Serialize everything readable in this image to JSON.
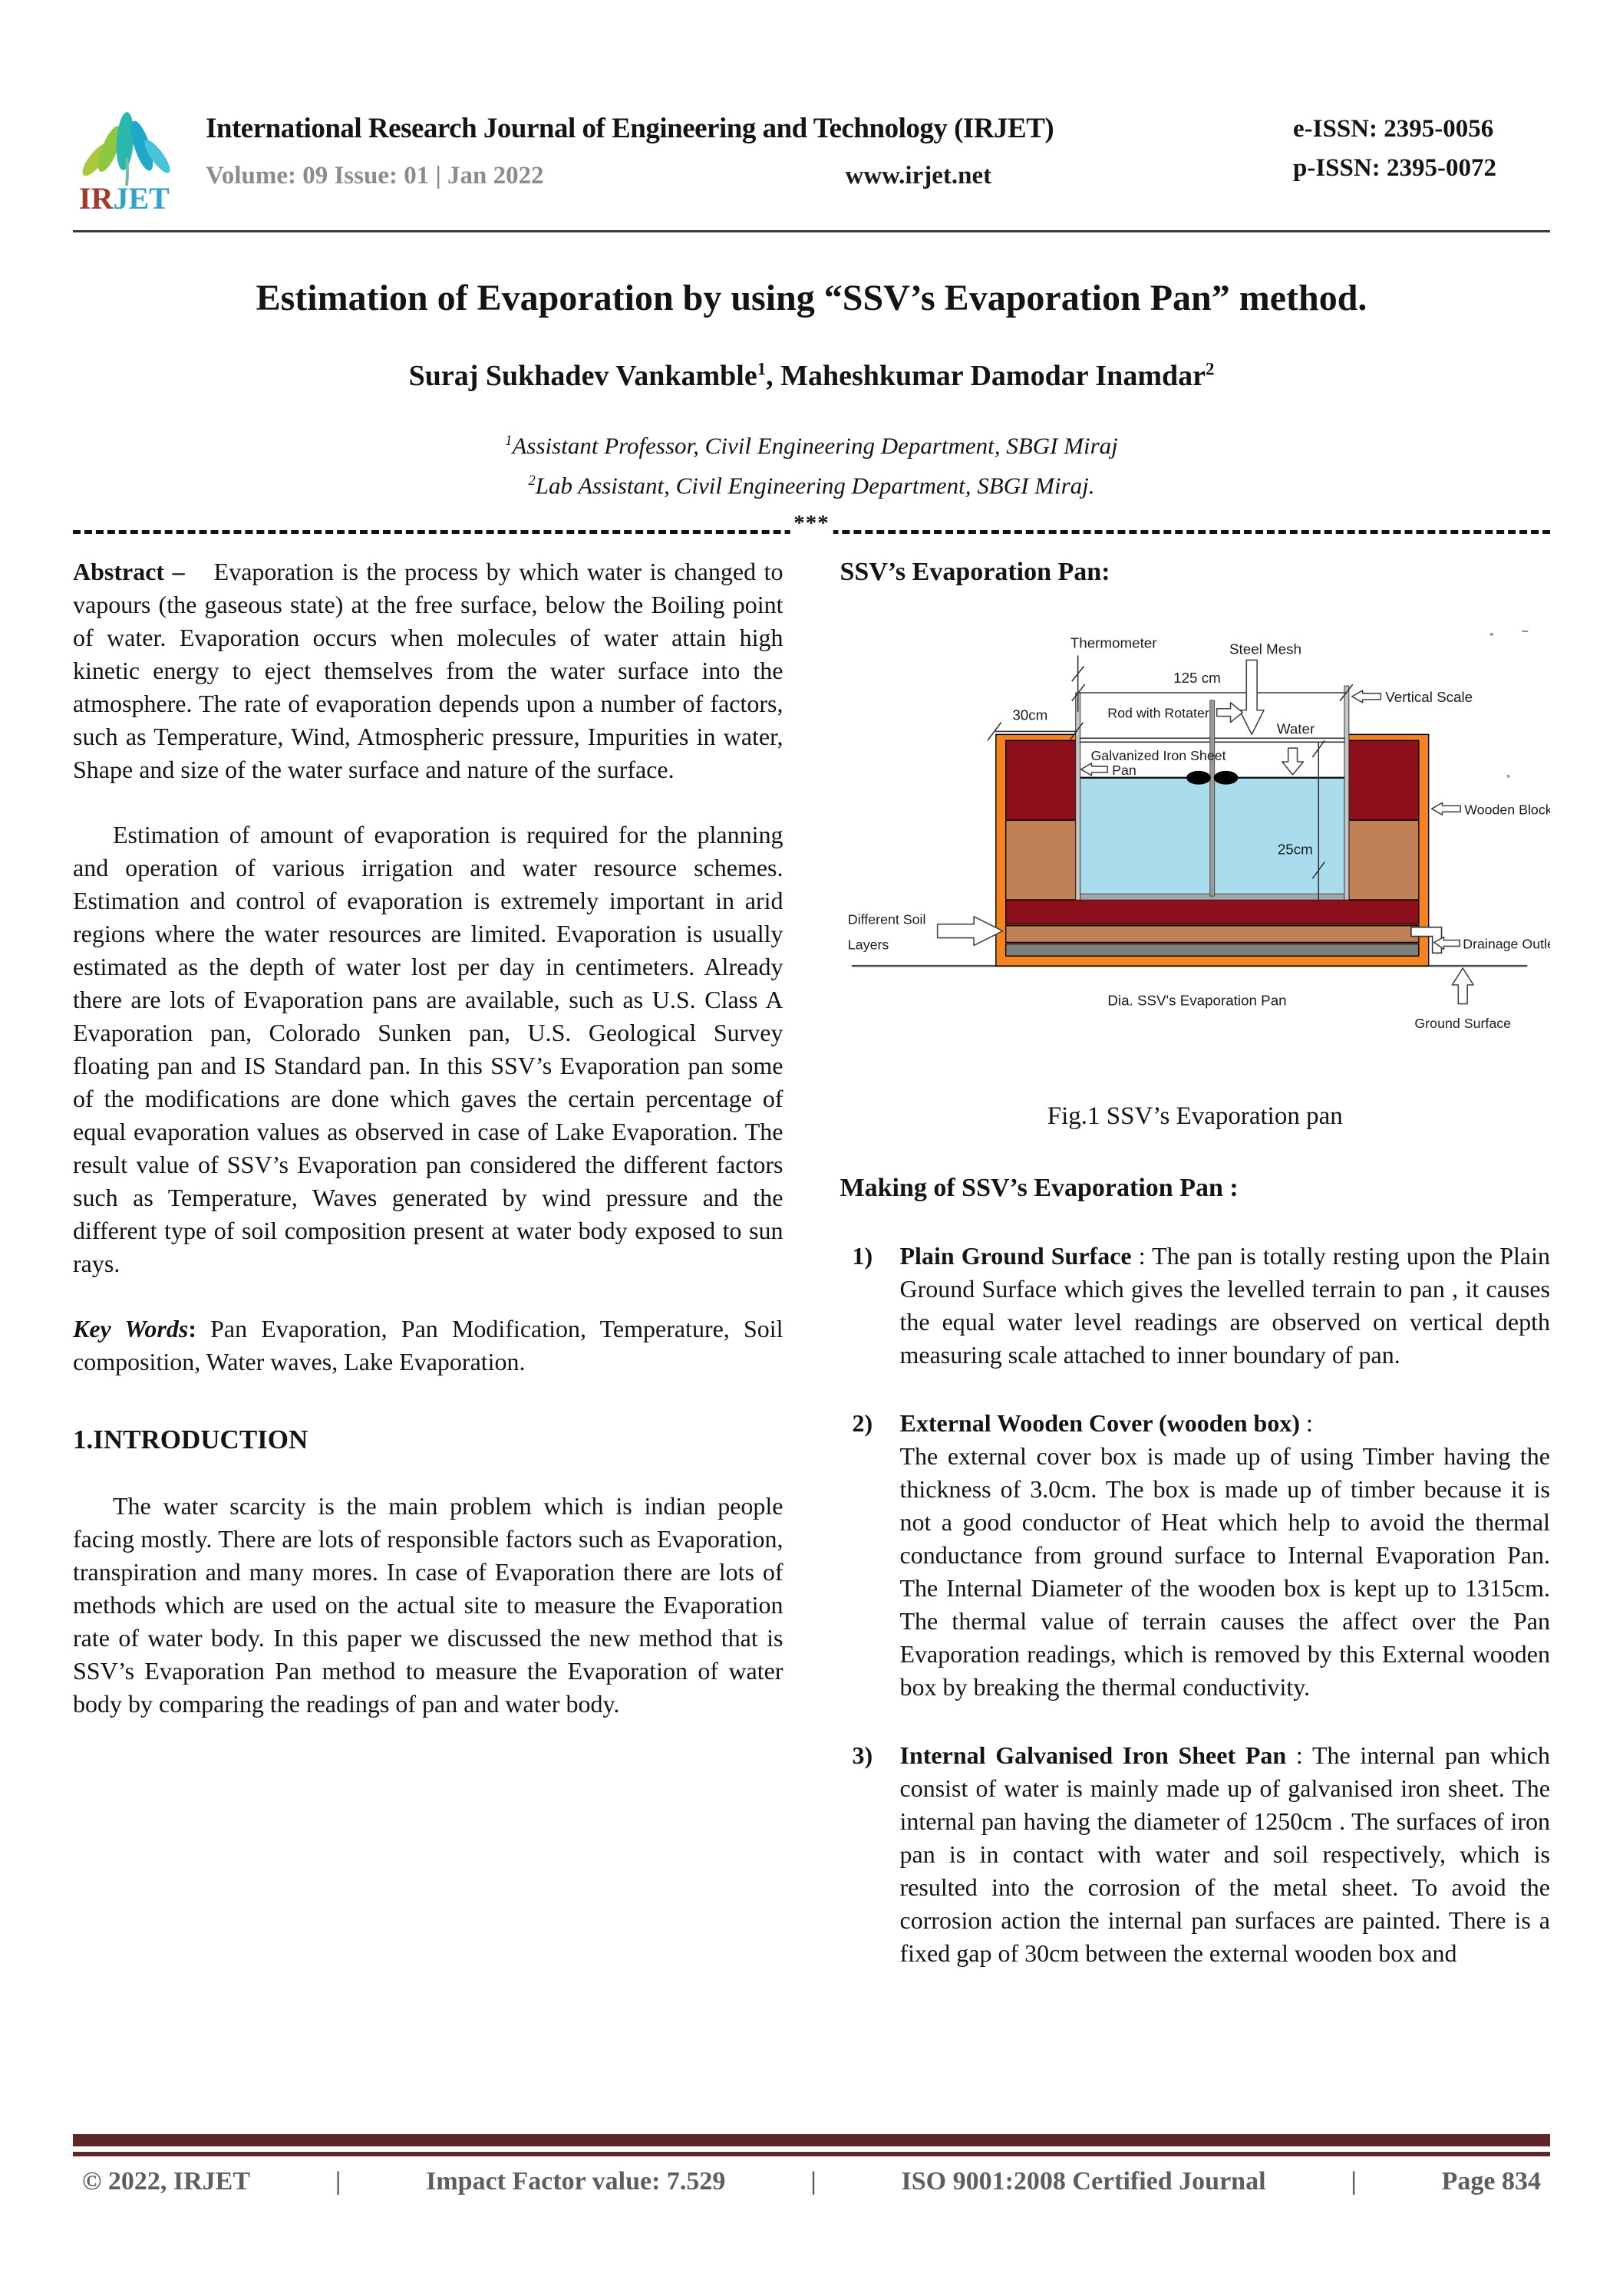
{
  "header": {
    "journal_name": "International Research Journal of Engineering and Technology (IRJET)",
    "volume_line": "Volume: 09 Issue: 01 | Jan 2022",
    "website": "www.irjet.net",
    "eissn": "e-ISSN: 2395-0056",
    "pissn": "p-ISSN: 2395-0072",
    "logo_ir": "IR",
    "logo_jet": "JET"
  },
  "title": "Estimation of Evaporation by using “SSV’s Evaporation Pan” method.",
  "authors": [
    {
      "name": "Suraj Sukhadev Vankamble",
      "sup": "1"
    },
    {
      "name": "Maheshkumar Damodar Inamdar",
      "sup": "2"
    }
  ],
  "authors_separator": ", ",
  "affiliations": [
    {
      "sup": "1",
      "text": "Assistant Professor, Civil Engineering Department, SBGI Miraj"
    },
    {
      "sup": "2",
      "text": "Lab Assistant, Civil Engineering Department, SBGI Miraj."
    }
  ],
  "separator": {
    "stars": "***"
  },
  "abstract": {
    "label": "Abstract –",
    "text": "Evaporation is the process by which water is changed to vapours (the gaseous state) at the free surface, below the Boiling point of water. Evaporation occurs when molecules of water attain high kinetic energy to eject themselves from the water surface into the atmosphere. The rate of evaporation depends upon a number of factors, such as Temperature, Wind, Atmospheric pressure, Impurities in water, Shape and size of the water surface and nature of the surface."
  },
  "paragraph2": "Estimation of amount of evaporation is required for the planning and operation of various irrigation and water resource schemes. Estimation and control of evaporation is extremely important in arid regions where the water resources are limited. Evaporation is usually estimated as the depth of water lost per day in centimeters. Already there are lots of Evaporation pans are available, such as U.S. Class A Evaporation pan, Colorado Sunken pan, U.S. Geological Survey floating pan and IS Standard pan. In this SSV’s Evaporation pan some of the modifications are done which gaves the certain percentage of equal evaporation values as observed in case of Lake Evaporation. The result value of SSV’s Evaporation pan considered the different factors such as Temperature, Waves generated by wind pressure and the different type of soil composition present at water body exposed to sun rays.",
  "keywords": {
    "label": "Key Words",
    "colon": ":",
    "text": "Pan Evaporation, Pan Modification, Temperature, Soil composition, Water waves, Lake Evaporation."
  },
  "intro": {
    "heading": "1.INTRODUCTION",
    "text": "The water scarcity is the main problem which is indian people facing mostly. There are lots of responsible factors such as Evaporation, transpiration and many mores. In case of Evaporation there are lots of methods which are used on the actual site to measure the Evaporation rate of water body. In this paper we discussed the new method that is SSV’s Evaporation Pan method to measure the Evaporation of water body by comparing the readings of pan and water body."
  },
  "right": {
    "pan_heading": "SSV’s Evaporation Pan:",
    "fig_caption": "Fig.1 SSV’s Evaporation pan",
    "making_heading": "Making of SSV’s Evaporation Pan :",
    "items": [
      {
        "num": "1)",
        "bold": "Plain Ground Surface",
        "sep": " : ",
        "text": "The pan is totally resting upon the Plain Ground Surface which gives the levelled terrain to pan , it causes the equal water level readings are observed on vertical depth measuring scale attached to inner boundary of pan."
      },
      {
        "num": "2)",
        "bold": "External Wooden Cover (wooden box)",
        "sep": " :",
        "text": "The external cover box is made up of using Timber having the thickness of  3.0cm. The box is made up of timber because it is not a good conductor of Heat which help to avoid the thermal conductance from ground surface to Internal Evaporation Pan. The Internal Diameter of the wooden box is kept up to 1315cm. The thermal value of terrain causes the affect over the Pan Evaporation readings, which is removed by this External wooden box by breaking the thermal conductivity."
      },
      {
        "num": "3)",
        "bold": "Internal Galvanised Iron Sheet Pan",
        "sep": " : ",
        "text": "The internal pan which consist of water is mainly made up of galvanised iron sheet. The internal pan having the diameter of  1250cm . The surfaces of iron pan is in contact with water and soil respectively, which is resulted into the corrosion of the metal sheet. To avoid the corrosion action the internal pan surfaces are painted. There is a fixed gap of 30cm between the external wooden box and"
      }
    ]
  },
  "diagram": {
    "caption": "Dia.   SSV's Evaporation Pan",
    "labels": {
      "thermometer": "Thermometer",
      "dim_125": "125  cm",
      "steel_mesh": "Steel Mesh",
      "vertical_scale": "Vertical Scale",
      "dim_30": "30cm",
      "rod": "Rod with Rotater",
      "water": "Water",
      "galvanized": "Galvanized Iron Sheet",
      "pan": "Pan",
      "wooden_block": "Wooden Block",
      "dim_25": "25cm",
      "soil_line1": "Different Soil",
      "soil_line2": "Layers",
      "drainage": "Drainage Outlet",
      "ground": "Ground Surface"
    },
    "colors": {
      "orange": "#F5831F",
      "maroon": "#8D0F1B",
      "soil_brown": "#C08156",
      "water_blue": "#A9DCEC",
      "gray_band": "#7E7E7E",
      "pan_gray": "#C6C6C6",
      "rod_gray": "#9A9A9A"
    }
  },
  "footer": {
    "copyright": "© 2022, IRJET",
    "sep": "|",
    "impact": "Impact Factor value: 7.529",
    "iso": "ISO 9001:2008 Certified Journal",
    "page": "Page 834"
  }
}
